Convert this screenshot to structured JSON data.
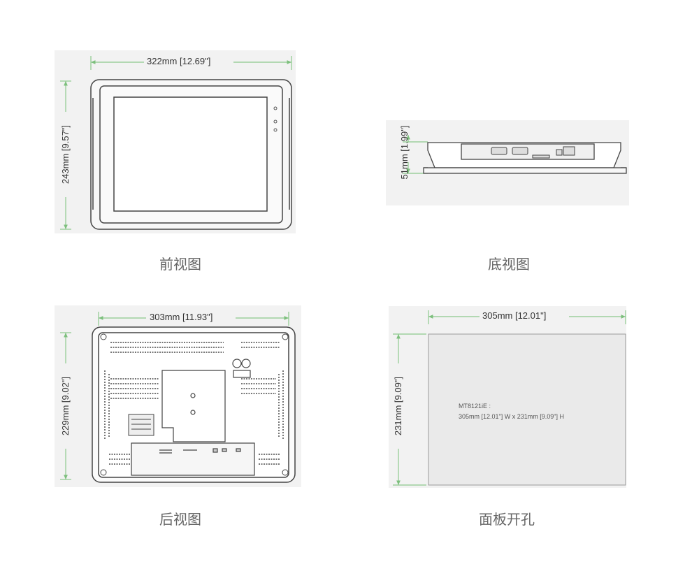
{
  "views": {
    "front": {
      "caption": "前视图",
      "width_label": "322mm [12.69\"]",
      "height_label": "243mm [9.57\"]"
    },
    "bottom": {
      "caption": "底视图",
      "height_label": "51mm [1.99\"]"
    },
    "rear": {
      "caption": "后视图",
      "width_label": "303mm [11.93\"]",
      "height_label": "229mm [9.02\"]"
    },
    "cutout": {
      "caption": "面板开孔",
      "width_label": "305mm [12.01\"]",
      "height_label": "231mm [9.09\"]",
      "note_line1": "MT8121iE :",
      "note_line2": "305mm [12.01\"] W x 231mm [9.09\"] H"
    }
  },
  "colors": {
    "dimension_line": "#8dc98d",
    "outline": "#444444",
    "panel_background": "#f2f2f2"
  }
}
